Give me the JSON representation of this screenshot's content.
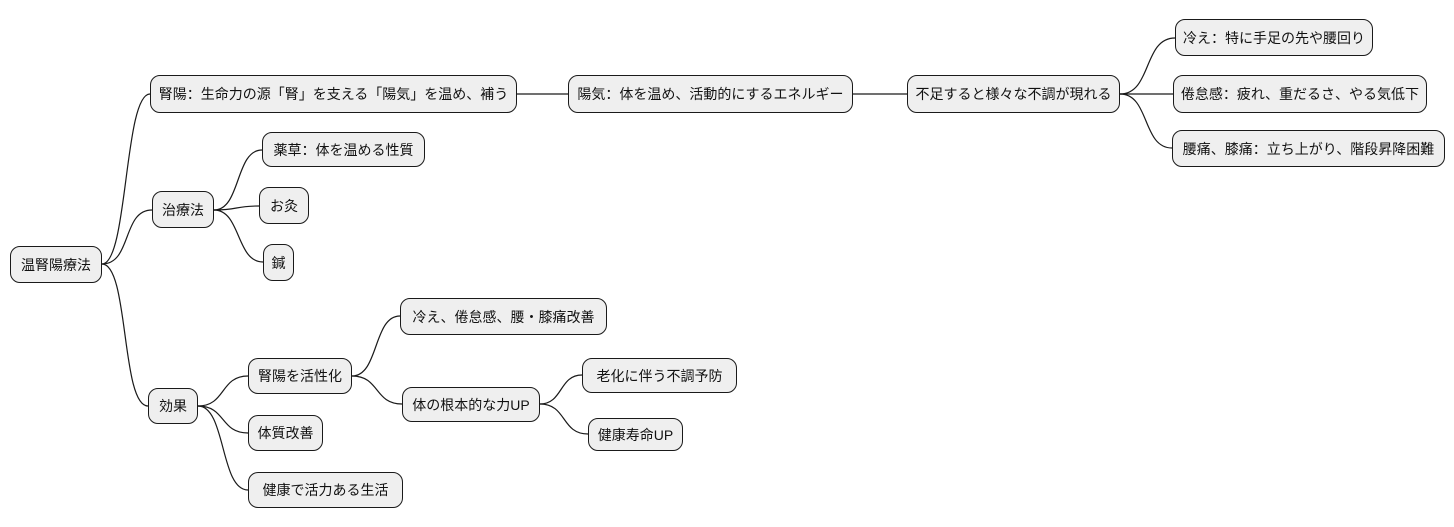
{
  "mindmap": {
    "root": "温腎陽療法",
    "overview": {
      "definition": "腎陽：生命力の源「腎」を支える「陽気」を温め、補う",
      "yang_energy": "陽気：体を温め、活動的にするエネルギー",
      "deficiency": "不足すると様々な不調が現れる",
      "symptoms": [
        "冷え：特に手足の先や腰回り",
        "倦怠感：疲れ、重だるさ、やる気低下",
        "腰痛、膝痛：立ち上がり、階段昇降困難"
      ]
    },
    "treatment": {
      "label": "治療法",
      "methods": [
        "薬草：体を温める性質",
        "お灸",
        "鍼"
      ]
    },
    "effects": {
      "label": "効果",
      "activate": {
        "label": "腎陽を活性化",
        "improvement": "冷え、倦怠感、腰・膝痛改善",
        "fundamental": {
          "label": "体の根本的な力UP",
          "benefits": [
            "老化に伴う不調予防",
            "健康寿命UP"
          ]
        }
      },
      "constitution": "体質改善",
      "healthy_life": "健康で活力ある生活"
    }
  },
  "style": {
    "background": "#ffffff",
    "node_fill": "#efefef",
    "node_border": "#1a1a1a",
    "line_color": "#1a1a1a"
  }
}
